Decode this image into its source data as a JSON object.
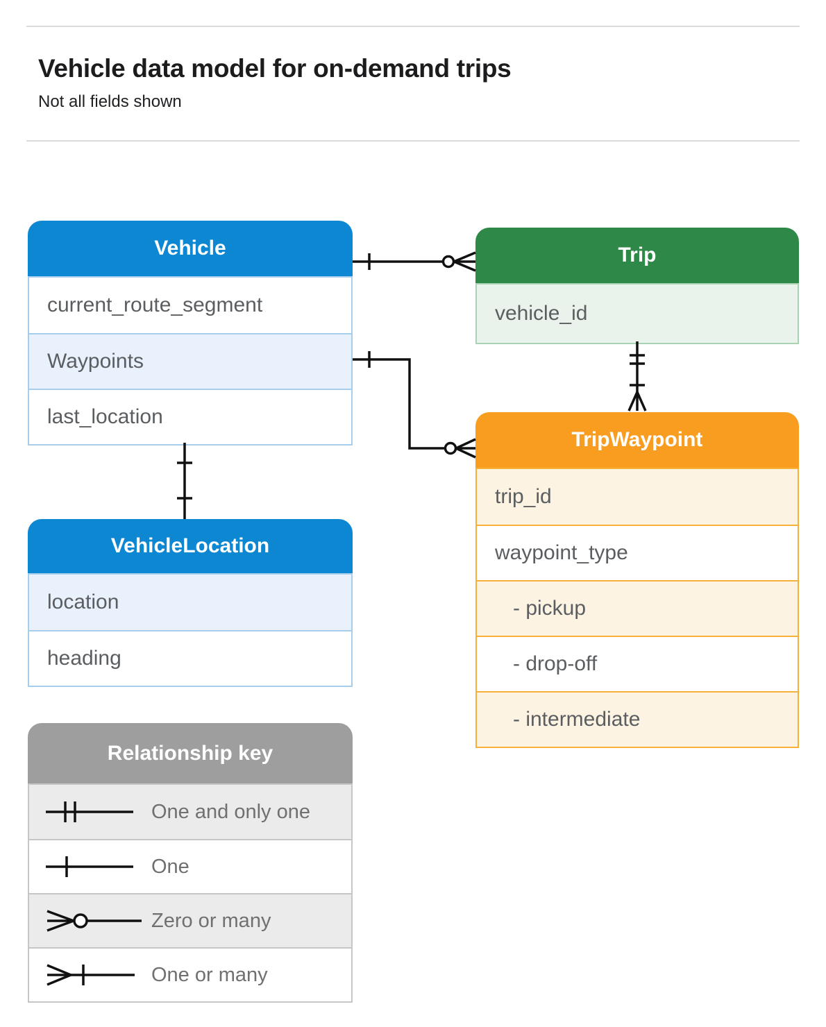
{
  "page": {
    "title": "Vehicle data model for on-demand trips",
    "subtitle": "Not all fields shown"
  },
  "entities": {
    "vehicle": {
      "title": "Vehicle",
      "fields": [
        "current_route_segment",
        "Waypoints",
        "last_location"
      ]
    },
    "trip": {
      "title": "Trip",
      "fields": [
        "vehicle_id"
      ]
    },
    "trip_waypoint": {
      "title": "TripWaypoint",
      "fields": [
        "trip_id",
        "waypoint_type",
        "- pickup",
        "- drop-off",
        "- intermediate"
      ]
    },
    "vehicle_location": {
      "title": "VehicleLocation",
      "fields": [
        "location",
        "heading"
      ]
    }
  },
  "legend": {
    "title": "Relationship key",
    "items": [
      {
        "symbol": "one-and-only-one",
        "label": "One and only one"
      },
      {
        "symbol": "one",
        "label": "One"
      },
      {
        "symbol": "zero-or-many",
        "label": "Zero or many"
      },
      {
        "symbol": "one-or-many",
        "label": "One or many"
      }
    ]
  },
  "relationships": [
    {
      "from": "Vehicle",
      "to": "Trip",
      "from_cardinality": "one",
      "to_cardinality": "zero or many"
    },
    {
      "from": "Vehicle.Waypoints",
      "to": "TripWaypoint",
      "from_cardinality": "one",
      "to_cardinality": "zero or many"
    },
    {
      "from": "Trip",
      "to": "TripWaypoint",
      "from_cardinality": "one and only one",
      "to_cardinality": "one or many"
    },
    {
      "from": "Vehicle",
      "to": "VehicleLocation",
      "from_cardinality": "one",
      "to_cardinality": "one"
    }
  ],
  "colors": {
    "blue": "#0d87d1",
    "blue_light": "#e8f1fc",
    "blue_border": "#a6cdec",
    "green": "#2e8847",
    "green_light": "#e9f2eb",
    "green_border": "#a9d3b4",
    "orange": "#f89d20",
    "orange_light": "#fdf3e3",
    "orange_border": "#f8b039",
    "gray": "#9e9e9e",
    "gray_light": "#ebebeb",
    "gray_border": "#c6c6c6",
    "line": "#111111",
    "field_text": "#5b5e61",
    "legend_text": "#6e7072",
    "title_text": "#1c1c1e",
    "subtitle_text": "#202124",
    "rule": "#dadada"
  }
}
